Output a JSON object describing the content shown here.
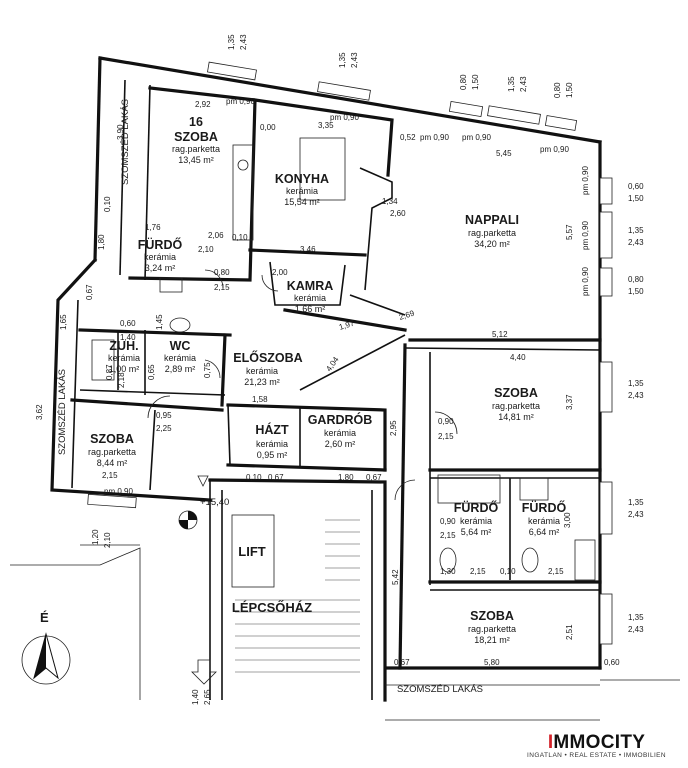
{
  "rooms": {
    "szoba_nw": {
      "num": "16",
      "name": "SZOBA",
      "floor": "rag.parketta",
      "area": "13,45 m²"
    },
    "konyha": {
      "name": "KONYHA",
      "floor": "kerámia",
      "area": "15,54 m²"
    },
    "nappali": {
      "name": "NAPPALI",
      "floor": "rag.parketta",
      "area": "34,20 m²"
    },
    "furdo_w": {
      "name": "FÜRDŐ",
      "floor": "kerámia",
      "area": "3,24 m²"
    },
    "kamra": {
      "name": "KAMRA",
      "floor": "kerámia",
      "area": "1,66 m²"
    },
    "wc": {
      "name": "WC",
      "floor": "kerámia",
      "area": "2,89 m²"
    },
    "zuh": {
      "name": "ZUH.",
      "floor": "kerámia",
      "area": "1,00 m²"
    },
    "eloszoba": {
      "name": "ELŐSZOBA",
      "floor": "kerámia",
      "area": "21,23 m²"
    },
    "szoba_e": {
      "name": "SZOBA",
      "floor": "rag.parketta",
      "area": "14,81 m²"
    },
    "szoba_sw": {
      "name": "SZOBA",
      "floor": "rag.parketta",
      "area": "8,44 m²"
    },
    "hazt": {
      "name": "HÁZT",
      "floor": "kerámia",
      "area": "0,95 m²"
    },
    "gardrob": {
      "name": "GARDRÓB",
      "floor": "kerámia",
      "area": "2,60 m²"
    },
    "furdo_c": {
      "name": "FÜRDŐ",
      "floor": "kerámia",
      "area": "5,64 m²"
    },
    "furdo_e": {
      "name": "FÜRDŐ",
      "floor": "kerámia",
      "area": "6,64 m²"
    },
    "szoba_se": {
      "name": "SZOBA",
      "floor": "rag.parketta",
      "area": "18,21 m²"
    }
  },
  "labels": {
    "lift": "LIFT",
    "lepcsohaz": "LÉPCSŐHÁZ",
    "szomszed_top": "SZOMSZÉD LAKÁS",
    "szomszed_left": "SZOMSZÉD LAKÁS",
    "szomszed_bottom": "SZOMSZÉD LAKÁS",
    "level": "+15,40",
    "north": "É"
  },
  "dims": {
    "top_w1_h": "1,35",
    "top_w1_b": "2,43",
    "top_w2_h": "1,35",
    "top_w2_b": "2,43",
    "top_w3_h": "0,80",
    "top_w3_b": "1,50",
    "top_w4_h": "1,35",
    "top_w4_b": "2,43",
    "top_w5_h": "0,80",
    "top_w5_b": "1,50",
    "r_w1_h": "0,60",
    "r_w1_b": "1,50",
    "r_w2_h": "1,35",
    "r_w2_b": "2,43",
    "r_w3_h": "0,80",
    "r_w3_b": "1,50",
    "r_w4_h": "1,35",
    "r_w4_b": "2,43",
    "r_w5_h": "1,35",
    "r_w5_b": "2,43",
    "r_w6_h": "1,35",
    "r_w6_b": "2,43",
    "d_292": "2,92",
    "d_335": "3,35",
    "d_545": "5,45",
    "d_052": "0,52",
    "d_390": "3,90",
    "d_180": "1,80",
    "d_010": "0,10",
    "d_176": "1,76",
    "d_210": "2,10",
    "d_206": "2,06",
    "d_346": "3,46",
    "d_134": "1,34",
    "d_260": "2,60",
    "d_557": "5,57",
    "d_512": "5,12",
    "d_440": "4,40",
    "d_197": "1,97",
    "d_269": "2,69",
    "d_404": "4,04",
    "d_067a": "0,67",
    "d_140": "1,40",
    "d_060": "0,60",
    "d_145": "1,45",
    "d_165": "1,65",
    "d_362": "3,62",
    "d_158": "1,58",
    "d_225": "2,25",
    "d_095": "0,95",
    "d_215": "2,15",
    "d_295": "2,95",
    "d_337": "3,37",
    "d_542": "5,42",
    "d_580": "5,80",
    "d_067b": "0,67",
    "d_060b": "0,60",
    "d_251": "2,51",
    "d_300": "3,00",
    "d_130": "1,30",
    "d_010b": "0,10",
    "d_120": "1,20",
    "d_210b": "2,10",
    "d_140b": "1,40",
    "d_265": "2,65",
    "d_067c": "0,67",
    "d_067d": "0,67",
    "d_180b": "1,80",
    "d_010c": "0,10",
    "pm090": "pm 0,90",
    "s090": "0,90",
    "s080": "0,80",
    "s215": "2,15",
    "s218": "2,18",
    "s087": "0,87",
    "s075": "0,75",
    "s065": "0,65",
    "s010": "0,10",
    "s200": "2,00",
    "s000": "0,00"
  },
  "brand": {
    "prefix": "I",
    "name": "MMOCITY",
    "tagline": "INGATLAN • REAL ESTATE • IMMOBILIEN"
  }
}
